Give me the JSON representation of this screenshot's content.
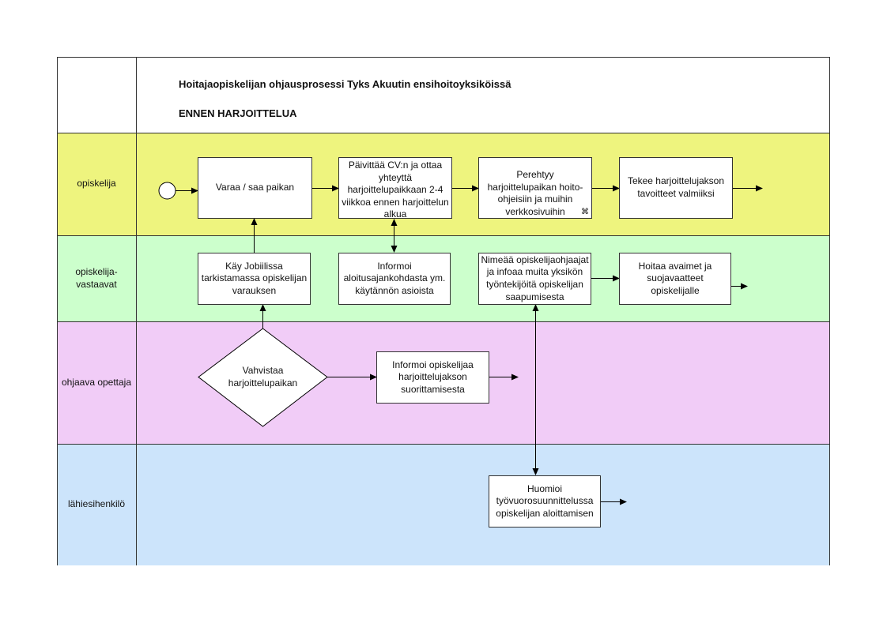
{
  "diagram": {
    "title": "Hoitajaopiskelijan ohjausprosessi Tyks Akuutin ensihoitoyksiköissä",
    "subtitle": "ENNEN HARJOITTELUA",
    "colors": {
      "lane_opiskelija": "#eef47e",
      "lane_vastaavat": "#ccffcc",
      "lane_opettaja": "#f1ccf7",
      "lane_esihenkilo": "#cce4fb"
    },
    "lanes": [
      {
        "label": "opiskelija"
      },
      {
        "label": "opiskelija-\nvastaavat"
      },
      {
        "label": "ohjaava opettaja"
      },
      {
        "label": "lähiesihenkilö"
      }
    ],
    "nodes": {
      "varaa": "Varaa / saa paikan",
      "paivittaa": "Päivittää CV:n ja ottaa yhteyttä harjoittelupaikkaan 2-4 viikkoa ennen harjoittelun alkua",
      "perehtyy": "Perehtyy harjoittelupaikan hoito-ohjeisiin ja muihin verkkosivuihin",
      "tekee": "Tekee harjoittelujakson tavoitteet valmiiksi",
      "kay": "Käy Jobiilissa tarkistamassa opiskelijan varauksen",
      "informoi_aloitus": "Informoi aloitusajankohdasta ym. käytännön asioista",
      "nimeaa": "Nimeää opiskelijaohjaajat ja infoaa muita yksikön työntekijöitä opiskelijan saapumisesta",
      "hoitaa": "Hoitaa avaimet ja suojavaatteet opiskelijalle",
      "vahvistaa": "Vahvistaa harjoittelupaikan",
      "informoi_opiskelijaa": "Informoi opiskelijaa harjoittelujakson suorittamisesta",
      "huomioi": "Huomioi työvuorosuunnittelussa opiskelijan aloittamisen"
    }
  }
}
